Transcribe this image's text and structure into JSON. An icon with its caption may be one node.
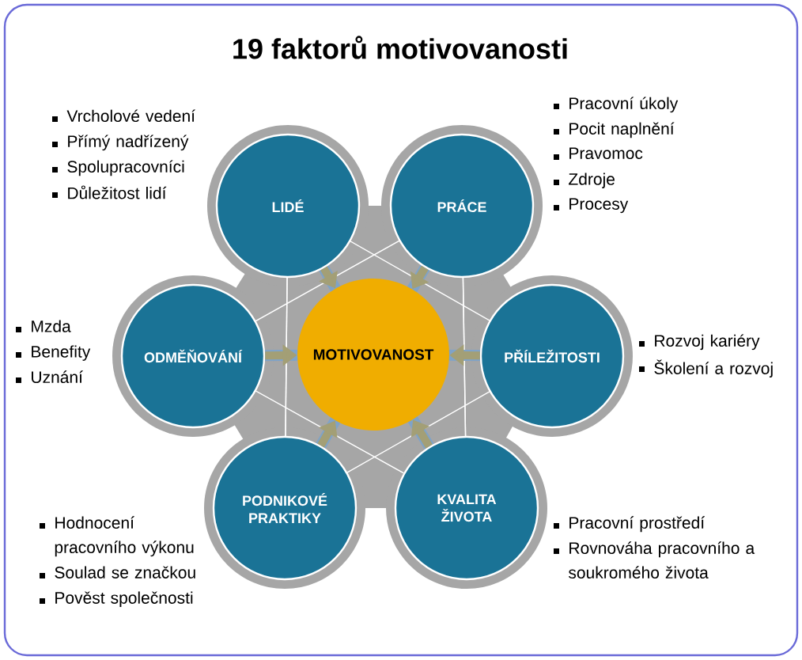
{
  "diagram": {
    "title": "19 faktorů motivovanosti",
    "nodes": [
      {
        "text": [
          "LIDÉ"
        ],
        "beside": [
          "Vrcholové vedení",
          "Přímý nadřízený",
          "Spolupracovníci",
          "Důležitost lidí"
        ]
      },
      {
        "text": [
          "PRÁCE"
        ],
        "beside": [
          "Pracovní úkoly",
          "Pocit naplnění",
          "Pravomoc",
          "Zdroje",
          "Procesy"
        ]
      },
      {
        "text": [
          "ODMĚŇOVÁNÍ"
        ],
        "beside": [
          "Mzda",
          "Benefity",
          "Uznání"
        ]
      },
      {
        "text": [
          "MOTIVOVANOST"
        ]
      },
      {
        "text": [
          "PŘÍLEŽITOSTI"
        ],
        "beside": [
          "Rozvoj kariéry",
          "Školení a rozvoj"
        ]
      },
      {
        "text": [
          "PODNIKOVÉ PRAKTIKY"
        ],
        "beside": [
          "Hodnocení pracovního výkonu",
          "Soulad se značkou",
          "Pověst společnosti"
        ]
      },
      {
        "text": [
          "KVALITA ŽIVOTA"
        ],
        "beside": [
          "Pracovní prostředí",
          "Rovnováha pracovního a soukromého života"
        ]
      }
    ],
    "edges": [
      {
        "from": 0,
        "to": 3,
        "arrow": "to"
      },
      {
        "from": 1,
        "to": 3,
        "arrow": "to"
      },
      {
        "from": 2,
        "to": 3,
        "arrow": "to"
      },
      {
        "from": 4,
        "to": 3,
        "arrow": "to"
      },
      {
        "from": 5,
        "to": 3,
        "arrow": "to"
      },
      {
        "from": 6,
        "to": 3,
        "arrow": "to"
      }
    ]
  }
}
